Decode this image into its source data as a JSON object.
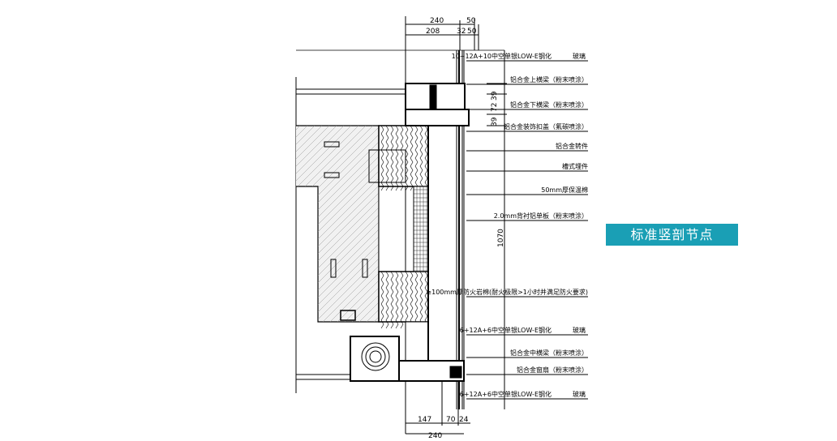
{
  "title": "标准竖剖节点",
  "dimensions": {
    "top_total": "240",
    "top_right": "50",
    "top_a": "208",
    "top_b": "32",
    "top_c": "50",
    "v1": "39",
    "v2": "72",
    "v3": "39",
    "height": "1070",
    "bottom_a": "147",
    "bottom_b": "70",
    "bottom_c": "24",
    "bottom_total": "240"
  },
  "labels": [
    {
      "text": "10+12A+10中空单银LOW-E钢化",
      "suffix": "玻璃"
    },
    {
      "text": "铝合金上横梁（粉末喷涂）",
      "suffix": ""
    },
    {
      "text": "铝合金下横梁（粉末喷涂）",
      "suffix": ""
    },
    {
      "text": "铝合金装饰扣盖（氟碳喷涂）",
      "suffix": ""
    },
    {
      "text": "铝合金转件",
      "suffix": ""
    },
    {
      "text": "槽式埋件",
      "suffix": ""
    },
    {
      "text": "50mm厚保温棉",
      "suffix": ""
    },
    {
      "text": "2.0mm背衬铝单板（粉末喷涂）",
      "suffix": ""
    },
    {
      "text": "≥100mm厚防火岩棉(耐火极限>1小时并满足防火要求)",
      "suffix": ""
    },
    {
      "text": "6+12A+6中空单银LOW-E钢化",
      "suffix": "玻璃"
    },
    {
      "text": "铝合金中横梁（粉末喷涂）",
      "suffix": ""
    },
    {
      "text": "铝合金窗扇（粉末喷涂）",
      "suffix": ""
    },
    {
      "text": "6+12A+6中空单银LOW-E钢化",
      "suffix": "玻璃"
    }
  ],
  "colors": {
    "banner": "#1a9fb5"
  }
}
